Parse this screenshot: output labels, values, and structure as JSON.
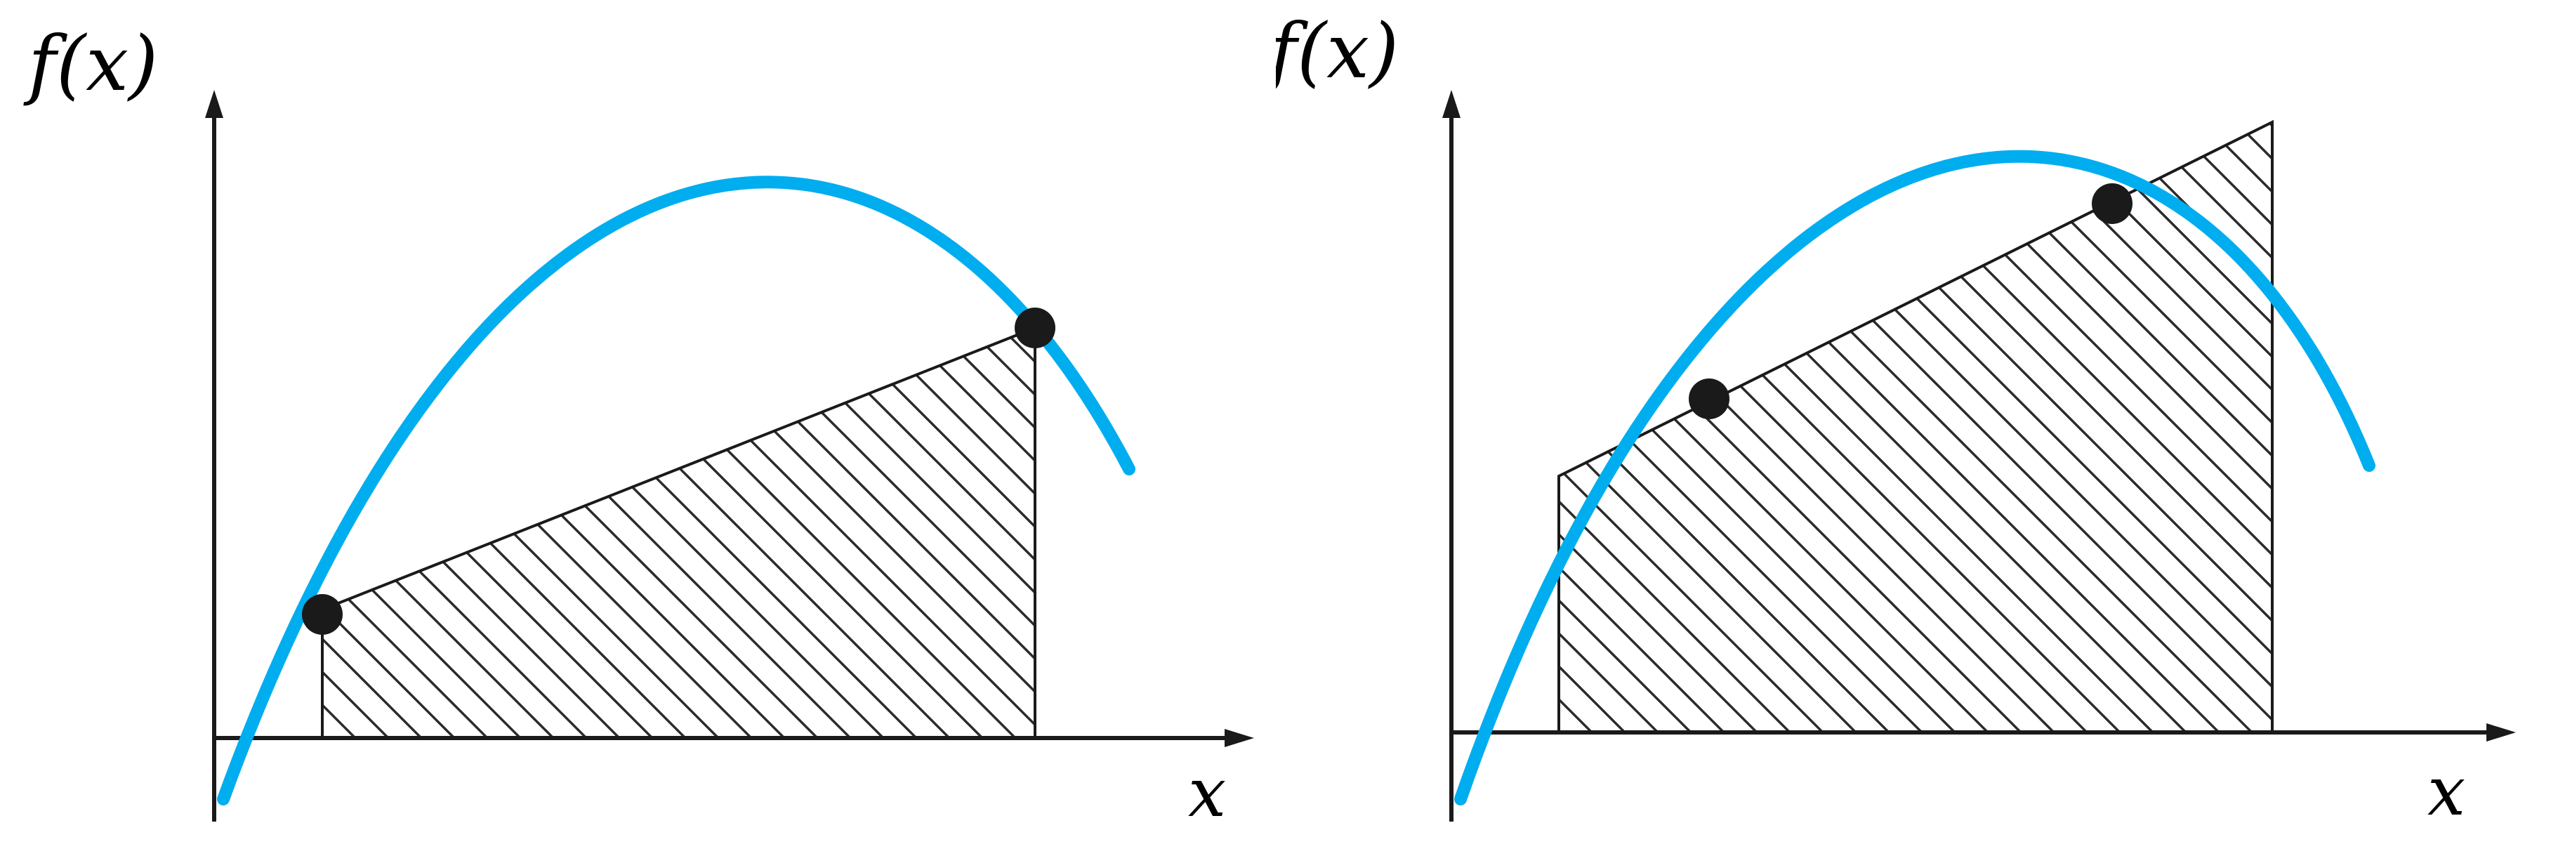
{
  "colors": {
    "curve": "#00adef",
    "ink": "#1a1a1a",
    "hatch": "#2b2b2b",
    "background": "#ffffff"
  },
  "panels": [
    {
      "y_label": "f(x)",
      "x_label": "x"
    },
    {
      "y_label": "f(x)",
      "x_label": "x"
    }
  ]
}
